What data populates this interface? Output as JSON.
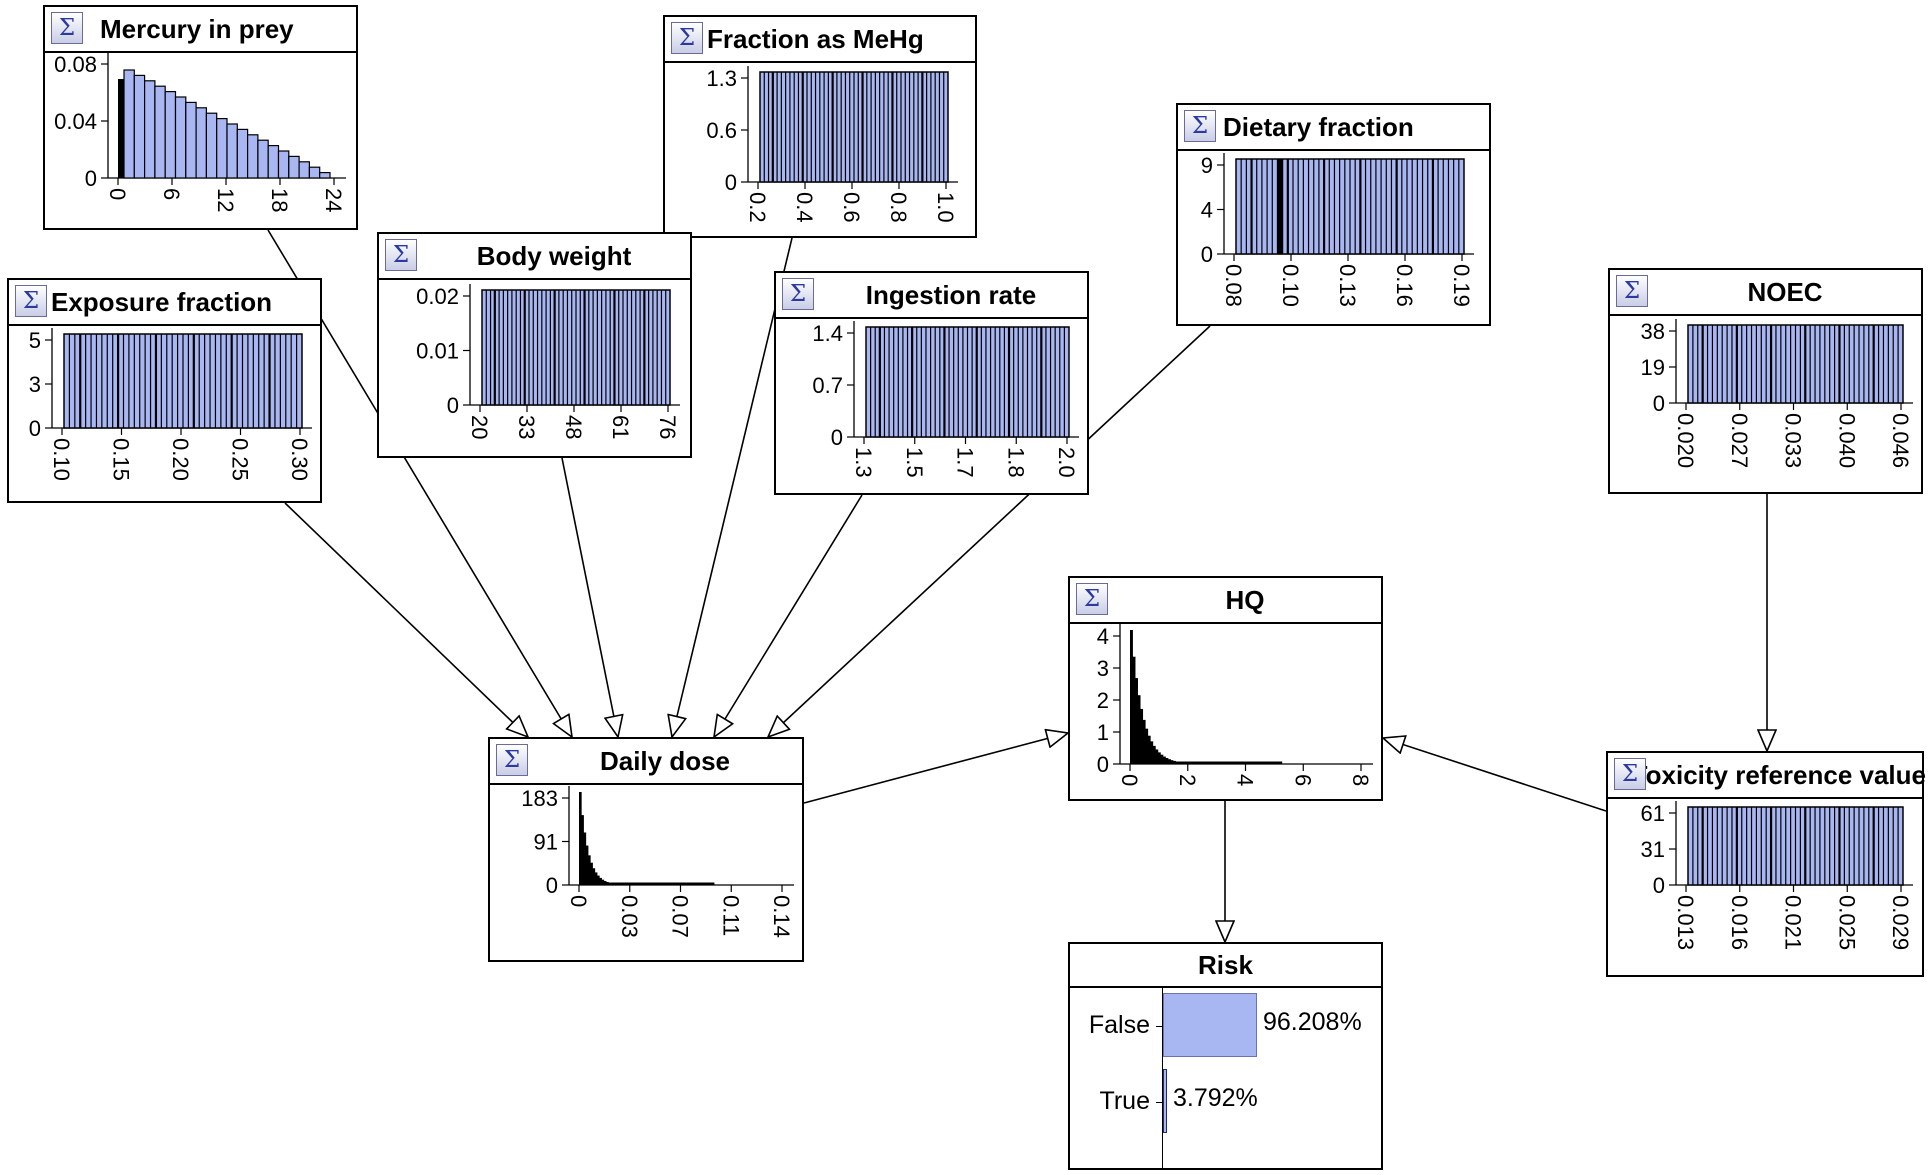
{
  "colors": {
    "bar_fill": "#a8b6f2",
    "bar_stroke": "#000000",
    "bg": "#ffffff",
    "sigma_color": "#2a3a9f"
  },
  "icons": {
    "node_icon": "sigma-icon"
  },
  "nodes": [
    {
      "id": "mercury",
      "title": "Mercury in prey",
      "type": "histogram-decreasing",
      "yticks": [
        "0.08",
        "0.04",
        "0"
      ],
      "xticks": [
        "0",
        "6",
        "12",
        "18",
        "24"
      ]
    },
    {
      "id": "fraction_mehg",
      "title": "Fraction as MeHg",
      "type": "histogram-uniform",
      "yticks": [
        "1.3",
        "0.6",
        "0"
      ],
      "xticks": [
        "0.2",
        "0.4",
        "0.6",
        "0.8",
        "1.0"
      ]
    },
    {
      "id": "dietary",
      "title": "Dietary fraction",
      "type": "histogram-uniform",
      "yticks": [
        "9",
        "4",
        "0"
      ],
      "xticks": [
        "0.08",
        "0.10",
        "0.13",
        "0.16",
        "0.19"
      ]
    },
    {
      "id": "exposure",
      "title": "Exposure fraction",
      "type": "histogram-uniform",
      "yticks": [
        "5",
        "3",
        "0"
      ],
      "xticks": [
        "0.10",
        "0.15",
        "0.20",
        "0.25",
        "0.30"
      ]
    },
    {
      "id": "body_weight",
      "title": "Body weight",
      "type": "histogram-uniform",
      "yticks": [
        "0.02",
        "0.01",
        "0"
      ],
      "xticks": [
        "20",
        "33",
        "48",
        "61",
        "76"
      ]
    },
    {
      "id": "ingestion",
      "title": "Ingestion rate",
      "type": "histogram-uniform",
      "yticks": [
        "1.4",
        "0.7",
        "0"
      ],
      "xticks": [
        "1.3",
        "1.5",
        "1.7",
        "1.8",
        "2.0"
      ]
    },
    {
      "id": "noec",
      "title": "NOEC",
      "type": "histogram-uniform",
      "yticks": [
        "38",
        "19",
        "0"
      ],
      "xticks": [
        "0.020",
        "0.027",
        "0.033",
        "0.040",
        "0.046"
      ]
    },
    {
      "id": "hq",
      "title": "HQ",
      "type": "histogram-spike",
      "yticks": [
        "4",
        "3",
        "2",
        "1",
        "0"
      ],
      "xticks": [
        "0",
        "2",
        "4",
        "6",
        "8"
      ]
    },
    {
      "id": "daily_dose",
      "title": "Daily dose",
      "type": "histogram-spike",
      "yticks": [
        "183",
        "91",
        "0"
      ],
      "xticks": [
        "0",
        "0.03",
        "0.07",
        "0.11",
        "0.14"
      ]
    },
    {
      "id": "trv",
      "title": "Toxicity reference value",
      "type": "histogram-uniform",
      "yticks": [
        "61",
        "31",
        "0"
      ],
      "xticks": [
        "0.013",
        "0.016",
        "0.021",
        "0.025",
        "0.029"
      ]
    }
  ],
  "risk": {
    "title": "Risk",
    "states": [
      {
        "label": "False",
        "percent": 96.208,
        "text": "96.208%"
      },
      {
        "label": "True",
        "percent": 3.792,
        "text": "3.792%"
      }
    ]
  },
  "edges": [
    [
      "mercury",
      "daily_dose"
    ],
    [
      "fraction_mehg",
      "daily_dose"
    ],
    [
      "exposure",
      "daily_dose"
    ],
    [
      "body_weight",
      "daily_dose"
    ],
    [
      "ingestion",
      "daily_dose"
    ],
    [
      "dietary",
      "daily_dose"
    ],
    [
      "daily_dose",
      "hq"
    ],
    [
      "noec",
      "trv"
    ],
    [
      "trv",
      "hq"
    ],
    [
      "hq",
      "risk"
    ]
  ]
}
